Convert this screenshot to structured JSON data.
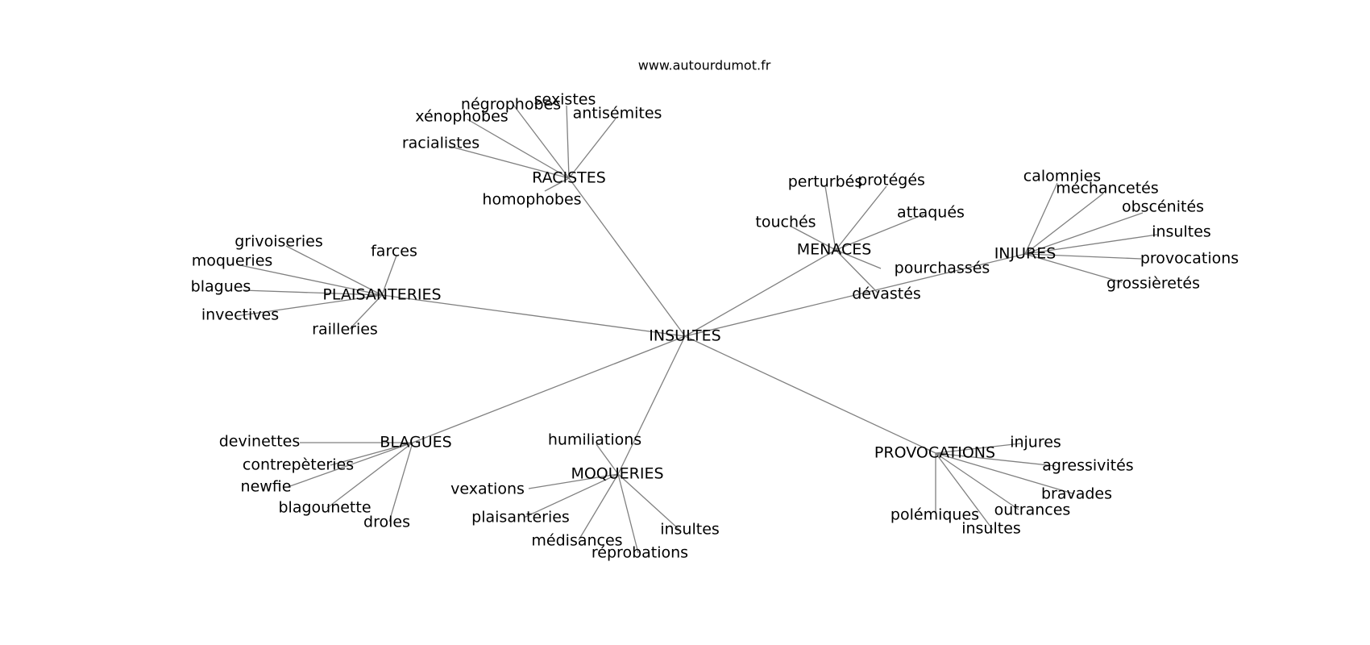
{
  "site": "www.autourdumot.fr",
  "colors": {
    "edge": "#808080",
    "text": "#000000",
    "background": "#ffffff"
  },
  "root": "INSULTES",
  "clusters": [
    {
      "name": "RACISTES",
      "terms": [
        "sexistes",
        "négrophobes",
        "antisémites",
        "xénophobes",
        "racialistes",
        "homophobes"
      ]
    },
    {
      "name": "MENACES",
      "terms": [
        "perturbés",
        "protégés",
        "attaqués",
        "touchés",
        "pourchassés",
        "dévastés"
      ]
    },
    {
      "name": "INJURES",
      "terms": [
        "calomnies",
        "méchancetés",
        "obscénités",
        "insultes",
        "provocations",
        "grossièretés"
      ]
    },
    {
      "name": "PLAISANTERIES",
      "terms": [
        "grivoiseries",
        "farces",
        "moqueries",
        "blagues",
        "invectives",
        "railleries"
      ]
    },
    {
      "name": "BLAGUES",
      "terms": [
        "devinettes",
        "contrepèteries",
        "newfie",
        "blagounette",
        "droles"
      ]
    },
    {
      "name": "MOQUERIES",
      "terms": [
        "humiliations",
        "vexations",
        "plaisanteries",
        "médisances",
        "insultes",
        "réprobations"
      ]
    },
    {
      "name": "PROVOCATIONS",
      "terms": [
        "injures",
        "agressivités",
        "bravades",
        "outrances",
        "polémiques",
        "insultes"
      ]
    }
  ]
}
